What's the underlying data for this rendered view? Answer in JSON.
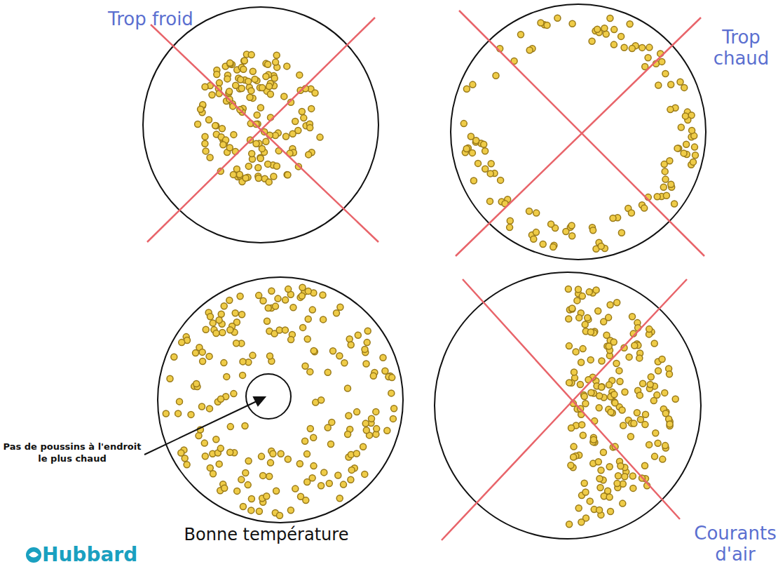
{
  "diagram": {
    "labels": [
      "Trop froid",
      "Trop chaud",
      "Pas de poussins à l'endroit le plus chaud",
      "Bonne température",
      "Courants d'air",
      "Hubbard"
    ]
  }
}
